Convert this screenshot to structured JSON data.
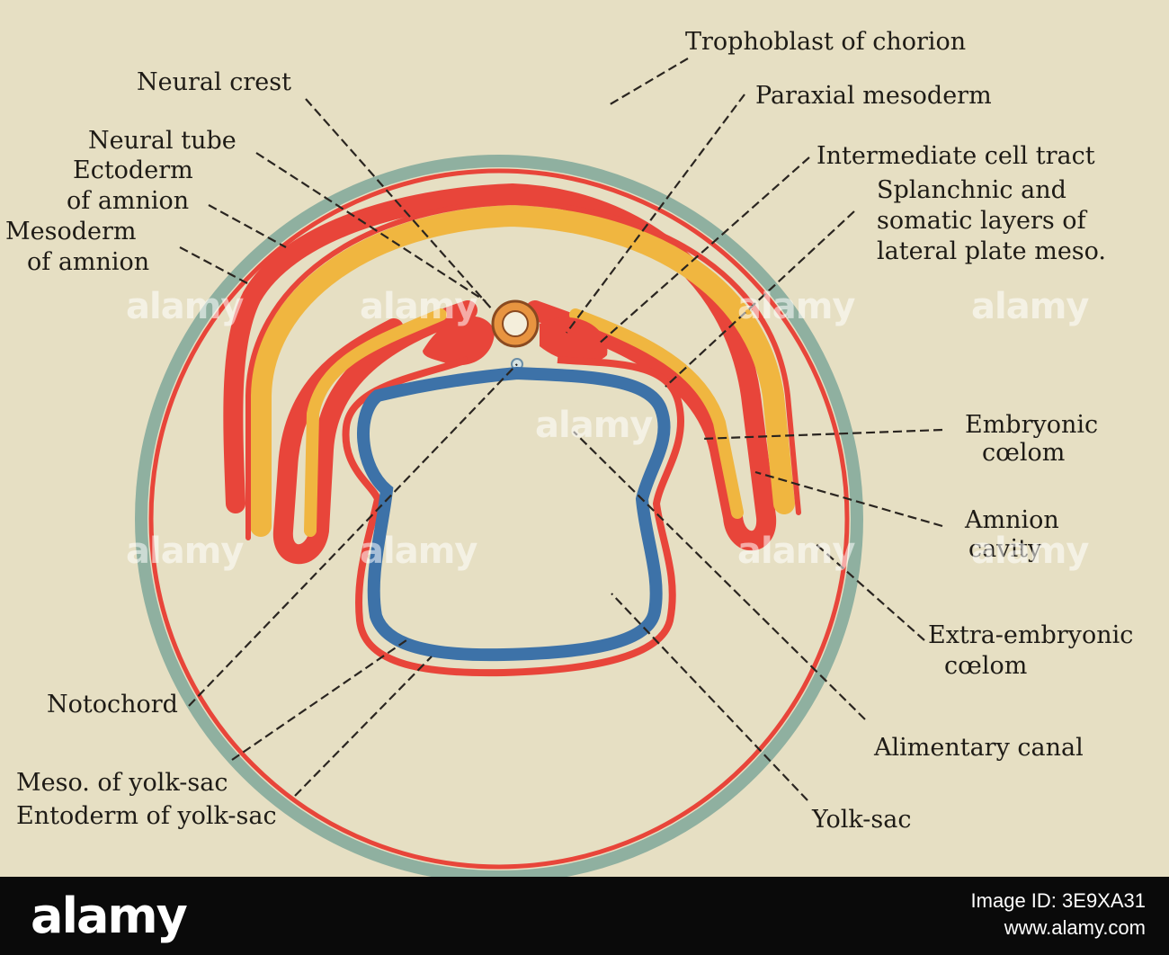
{
  "labels": {
    "trophoblast": "Trophoblast of chorion",
    "neural_crest": "Neural crest",
    "paraxial_mesoderm": "Paraxial mesoderm",
    "neural_tube": "Neural tube",
    "intermediate_cell_tract": "Intermediate cell tract",
    "ectoderm_amnion_1": "Ectoderm",
    "ectoderm_amnion_2": "of amnion",
    "splanchnic_1": "Splanchnic and",
    "splanchnic_2": "somatic layers of",
    "splanchnic_3": "lateral plate meso.",
    "mesoderm_amnion_1": "Mesoderm",
    "mesoderm_amnion_2": "of amnion",
    "embryonic_coelom_1": "Embryonic",
    "embryonic_coelom_2": "cœlom",
    "amnion_cavity_1": "Amnion",
    "amnion_cavity_2": "cavity",
    "extra_embryonic_1": "Extra-embryonic",
    "extra_embryonic_2": "cœlom",
    "notochord": "Notochord",
    "alimentary_canal": "Alimentary canal",
    "meso_yolk_sac": "Meso. of yolk-sac",
    "entoderm_yolk_sac": "Entoderm of yolk-sac",
    "yolk_sac": "Yolk-sac"
  },
  "watermark": "alamy",
  "footer": {
    "logo": "alamy",
    "image_id": "Image ID: 3E9XA31",
    "url": "www.alamy.com"
  },
  "colors": {
    "background": "#e6dfc3",
    "chorion_green": "#8fb0a0",
    "mesoderm_red": "#e8453a",
    "ectoderm_yellow": "#f0b640",
    "entoderm_blue": "#3d72a8",
    "footer": "#0a0a0a"
  }
}
